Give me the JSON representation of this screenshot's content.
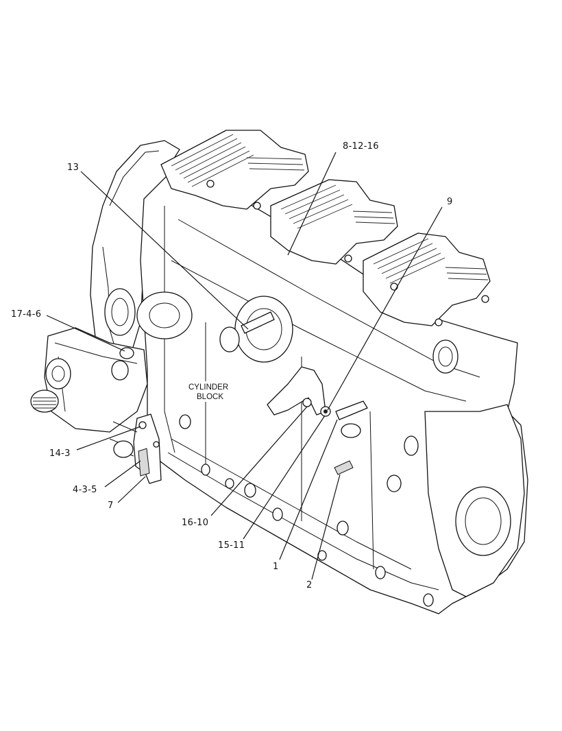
{
  "diagram": {
    "callouts": [
      {
        "id": "c-8-12-16",
        "text": "8-12-16"
      },
      {
        "id": "c-13",
        "text": "13"
      },
      {
        "id": "c-9",
        "text": "9"
      },
      {
        "id": "c-17-4-6",
        "text": "17-4-6"
      },
      {
        "id": "c-14-3",
        "text": "14-3"
      },
      {
        "id": "c-4-3-5",
        "text": "4-3-5"
      },
      {
        "id": "c-7",
        "text": "7"
      },
      {
        "id": "c-16-10",
        "text": "16-10"
      },
      {
        "id": "c-15-11",
        "text": "15-11"
      },
      {
        "id": "c-1",
        "text": "1"
      },
      {
        "id": "c-2",
        "text": "2"
      }
    ],
    "part_label": {
      "line1": "CYLINDER",
      "line2": "BLOCK"
    }
  }
}
